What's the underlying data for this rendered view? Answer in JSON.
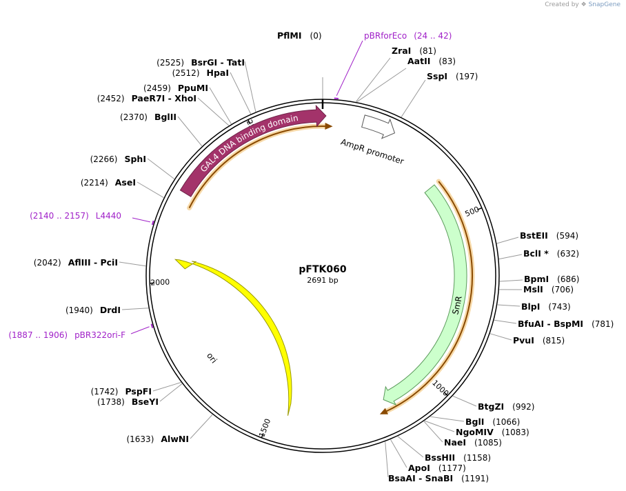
{
  "credit": {
    "prefix": "Created by",
    "brand": "SnapGene"
  },
  "plasmid": {
    "name": "pFTK060",
    "length_label": "2691 bp",
    "length_bp": 2691
  },
  "ticks": [
    {
      "bp": 500,
      "label": "500"
    },
    {
      "bp": 1000,
      "label": "1000"
    },
    {
      "bp": 1500,
      "label": "1500"
    },
    {
      "bp": 2000,
      "label": "2000"
    },
    {
      "bp": 2500,
      "label": "2500"
    }
  ],
  "features": [
    {
      "name": "AmpR promoter",
      "start": 110,
      "end": 200,
      "direction": "cw",
      "ring": "outer",
      "fill": "#ffffff",
      "stroke": "#555555",
      "text_color": "#000000"
    },
    {
      "name": "SmR",
      "start": 380,
      "end": 1150,
      "direction": "cw",
      "ring": "inner",
      "fill": "#ccffcc",
      "stroke": "#5a9a5a",
      "text_color": "#000000"
    },
    {
      "name": "ori",
      "start": 1450,
      "end": 2040,
      "direction": "ccw",
      "ring": "inner",
      "fill": "#ffff00",
      "stroke": "#999900",
      "text_color": "#000000"
    },
    {
      "name": "GAL4 DNA binding domain",
      "start": 2250,
      "end": 2700,
      "direction": "cw",
      "ring": "outer",
      "fill": "#a3336a",
      "stroke": "#6e2247",
      "text_color": "#ffffff"
    }
  ],
  "orfs": [
    {
      "start": 2220,
      "end": 2702,
      "direction": "cw"
    },
    {
      "start": 380,
      "end": 1160,
      "direction": "cw"
    }
  ],
  "primers": [
    {
      "name": "pBRforEco",
      "range": "(24 .. 42)",
      "pos": 33
    },
    {
      "name": "L4440",
      "range": "(2140 .. 2157)",
      "pos": 2148
    },
    {
      "name": "pBR322ori-F",
      "range": "(1887 .. 1906)",
      "pos": 1896
    }
  ],
  "sites": [
    {
      "name": "PflMI",
      "pos": "(0)",
      "bp": 0
    },
    {
      "name": "ZraI",
      "pos": "(81)",
      "bp": 81
    },
    {
      "name": "AatII",
      "pos": "(83)",
      "bp": 83
    },
    {
      "name": "SspI",
      "pos": "(197)",
      "bp": 197
    },
    {
      "name": "BstEII",
      "pos": "(594)",
      "bp": 594
    },
    {
      "name": "BclI *",
      "pos": "(632)",
      "bp": 632
    },
    {
      "name": "BpmI",
      "pos": "(686)",
      "bp": 686
    },
    {
      "name": "MslI",
      "pos": "(706)",
      "bp": 706
    },
    {
      "name": "BlpI",
      "pos": "(743)",
      "bp": 743
    },
    {
      "name": "BfuAI  -  BspMI",
      "pos": "(781)",
      "bp": 781
    },
    {
      "name": "PvuI",
      "pos": "(815)",
      "bp": 815
    },
    {
      "name": "BtgZI",
      "pos": "(992)",
      "bp": 992
    },
    {
      "name": "BglI",
      "pos": "(1066)",
      "bp": 1066
    },
    {
      "name": "NgoMIV",
      "pos": "(1083)",
      "bp": 1083
    },
    {
      "name": "NaeI",
      "pos": "(1085)",
      "bp": 1085
    },
    {
      "name": "BssHII",
      "pos": "(1158)",
      "bp": 1158
    },
    {
      "name": "ApoI",
      "pos": "(1177)",
      "bp": 1177
    },
    {
      "name": "BsaAI  -  SnaBI",
      "pos": "(1191)",
      "bp": 1191
    },
    {
      "name": "AlwNI",
      "pos": "(1633)",
      "bp": 1633
    },
    {
      "name": "BseYI",
      "pos": "(1738)",
      "bp": 1738
    },
    {
      "name": "PspFI",
      "pos": "(1742)",
      "bp": 1742
    },
    {
      "name": "DrdI",
      "pos": "(1940)",
      "bp": 1940
    },
    {
      "name": "AflIII  -  PciI",
      "pos": "(2042)",
      "bp": 2042
    },
    {
      "name": "AseI",
      "pos": "(2214)",
      "bp": 2214
    },
    {
      "name": "SphI",
      "pos": "(2266)",
      "bp": 2266
    },
    {
      "name": "BglII",
      "pos": "(2370)",
      "bp": 2370
    },
    {
      "name": "PaeR7I  -  XhoI",
      "pos": "(2452)",
      "bp": 2452
    },
    {
      "name": "PpuMI",
      "pos": "(2459)",
      "bp": 2459
    },
    {
      "name": "HpaI",
      "pos": "(2512)",
      "bp": 2512
    },
    {
      "name": "BsrGI  -  TatI",
      "pos": "(2525)",
      "bp": 2525
    }
  ]
}
